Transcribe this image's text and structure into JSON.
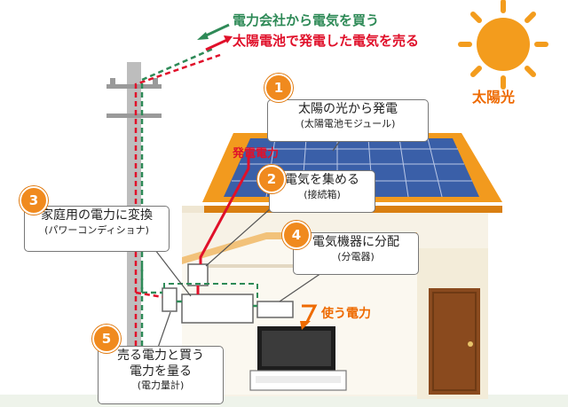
{
  "legend": {
    "buy_text": "電力会社から電気を買う",
    "sell_text": "太陽電池で発電した電気を売る",
    "buy_color": "#2e8a57",
    "sell_color": "#e0102a"
  },
  "sun": {
    "label": "太陽光",
    "color": "#f39c1d"
  },
  "flow_labels": {
    "generated": "発電電力",
    "used": "使う電力"
  },
  "steps": [
    {
      "number": "1",
      "title": "太陽の光から発電",
      "sub": "(太陽電池モジュール)"
    },
    {
      "number": "2",
      "title": "電気を集める",
      "sub": "(接続箱)"
    },
    {
      "number": "3",
      "title": "家庭用の電力に変換",
      "sub": "(パワーコンディショナ)"
    },
    {
      "number": "4",
      "title": "電気機器に分配",
      "sub": "(分電器)"
    },
    {
      "number": "5",
      "title_line1": "売る電力と買う",
      "title_line2": "電力を量る",
      "sub": "(電力量計)"
    }
  ],
  "colors": {
    "badge": "#f08a1e",
    "roof": "#f29a1e",
    "panel": "#3a5fa8",
    "wall": "#f7f2e6",
    "door": "#8a4a1e"
  }
}
